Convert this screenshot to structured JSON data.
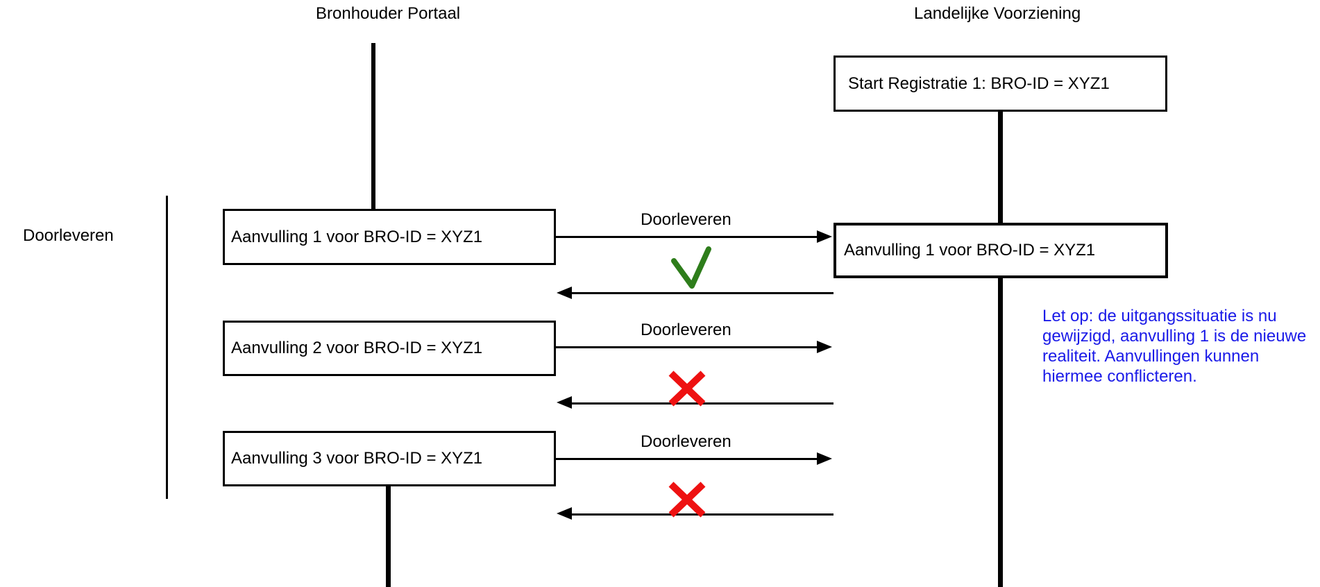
{
  "diagram": {
    "actors": [
      {
        "name": "Bronhouder Portaal"
      },
      {
        "name": "Landelijke Voorziening"
      }
    ],
    "start_box": {
      "label": "Start Registratie 1: BRO-ID = XYZ1"
    },
    "group": {
      "label": "Doorleveren"
    },
    "left_boxes": [
      {
        "label": "Aanvulling 1 voor BRO-ID = XYZ1"
      },
      {
        "label": "Aanvulling 2 voor BRO-ID = XYZ1"
      },
      {
        "label": "Aanvulling 3 voor BRO-ID = XYZ1"
      }
    ],
    "right_box": {
      "label": "Aanvulling 1 voor BRO-ID = XYZ1"
    },
    "messages": [
      {
        "label": "Doorleveren",
        "result": "success"
      },
      {
        "label": "Doorleveren",
        "result": "failure"
      },
      {
        "label": "Doorleveren",
        "result": "failure"
      }
    ],
    "note": {
      "text": "Let op: de uitgangssituatie is nu gewijzigd, aanvulling 1 is de nieuwe realiteit. Aanvullingen kunnen hiermee conflicteren."
    },
    "colors": {
      "success_green": "#2e7d1b",
      "failure_red": "#ee1111",
      "note_blue": "#1a1ae8",
      "line_black": "#000000"
    }
  }
}
